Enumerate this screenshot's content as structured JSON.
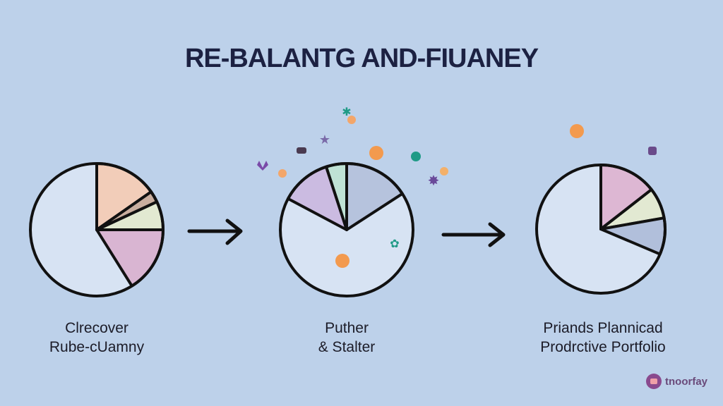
{
  "title": "RE-BALANTG AND-FIUANEY",
  "stages": [
    {
      "caption_lines": [
        "Clrecover",
        "Rube-cUamny"
      ],
      "slices": [
        {
          "start": 0,
          "end": 55,
          "color": "#f2cdb9"
        },
        {
          "start": 55,
          "end": 65,
          "color": "#c9ae9f"
        },
        {
          "start": 65,
          "end": 90,
          "color": "#e2e9d1"
        },
        {
          "start": 90,
          "end": 148,
          "color": "#d9b5d2"
        }
      ]
    },
    {
      "caption_lines": [
        "Puther",
        "& Stalter"
      ],
      "slices": [
        {
          "start": 0,
          "end": 57,
          "color": "#b6c3dd"
        },
        {
          "start": -18,
          "end": 0,
          "color": "#bfe2d5"
        },
        {
          "start": -62,
          "end": -18,
          "color": "#cbbbe1"
        }
      ]
    },
    {
      "caption_lines": [
        "Priands Plannicad",
        "Prodrctive Portfolio"
      ],
      "slices": [
        {
          "start": 0,
          "end": 52,
          "color": "#ddb7d3"
        },
        {
          "start": 52,
          "end": 80,
          "color": "#e2e9d2"
        },
        {
          "start": 80,
          "end": 113,
          "color": "#b1bfdb"
        }
      ]
    }
  ],
  "brand": {
    "name": "tnoorfay",
    "color": "#8a4a8e"
  },
  "colors": {
    "background": "#bdd1ea",
    "pie_base": "#d7e3f3",
    "stroke": "#111111"
  }
}
